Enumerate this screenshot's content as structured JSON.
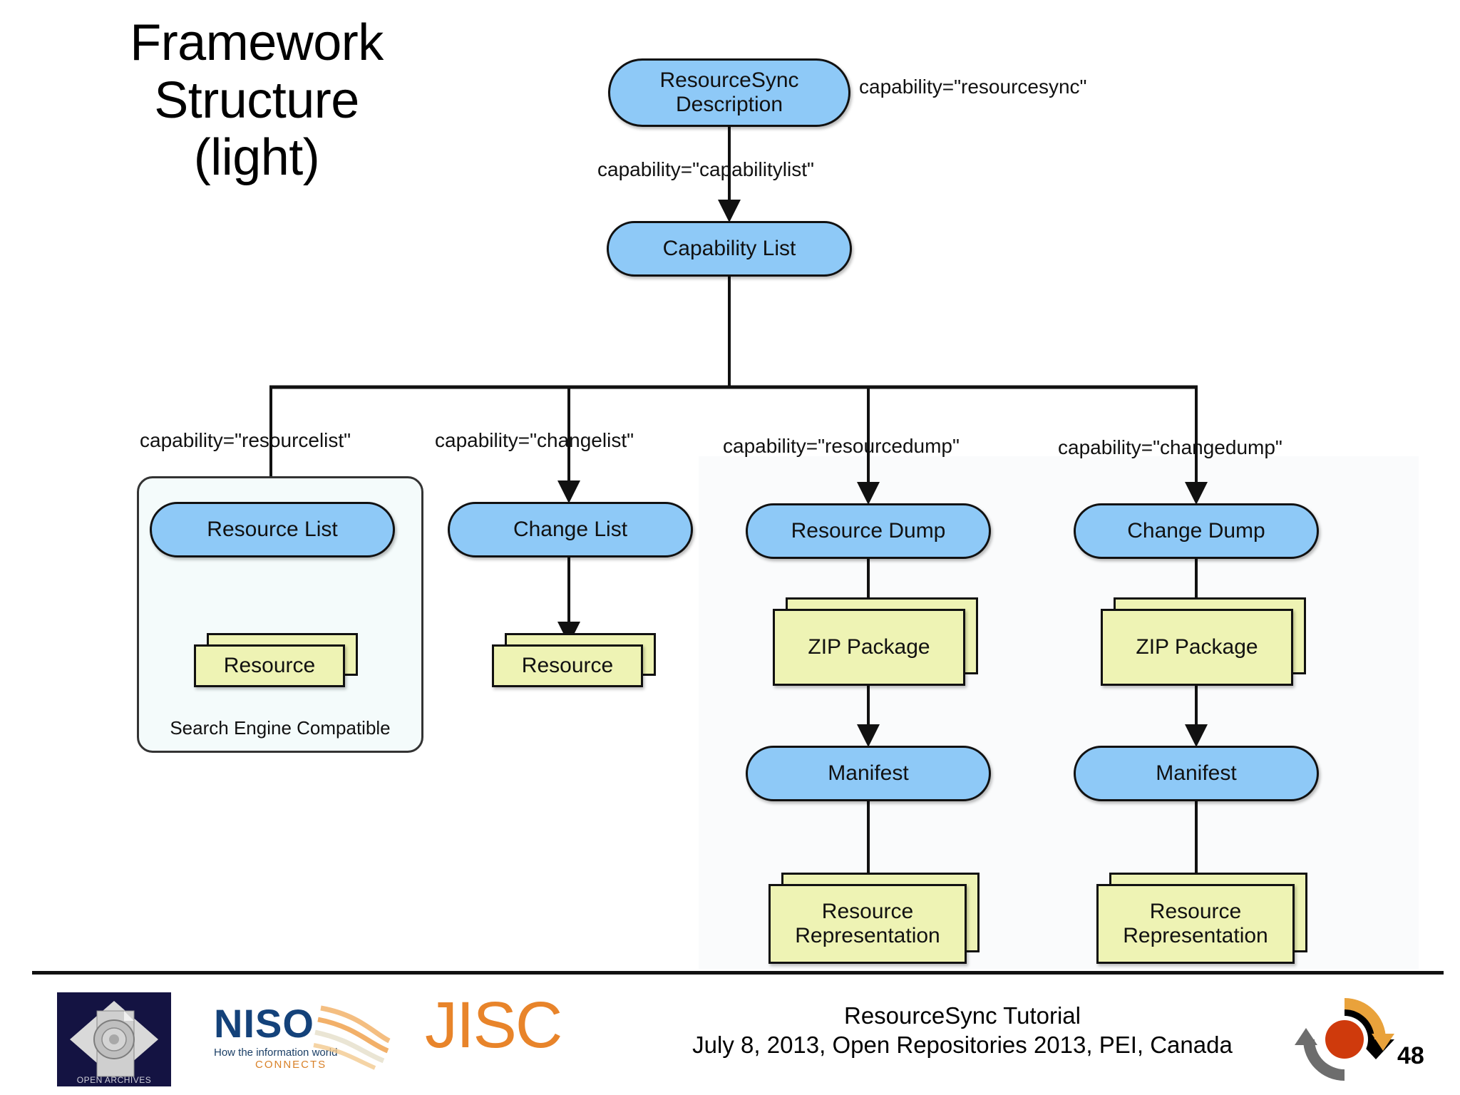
{
  "slide": {
    "title_lines": [
      "Framework",
      "Structure",
      "(light)"
    ],
    "page_number": "48"
  },
  "colors": {
    "node_blue": "#8ec9f7",
    "node_yellow": "#eef3b4",
    "outline": "#111111",
    "group_fill": "#f4fbfb",
    "jisc_orange": "#e8842a",
    "niso_blue": "#14427a",
    "oa_navy": "#141342"
  },
  "diagram": {
    "type": "tree",
    "root": {
      "id": "resourcesync-description",
      "label": "ResourceSync Description",
      "label_lines": [
        "ResourceSync",
        "Description"
      ],
      "shape": "pill",
      "side_annotation": "capability=\"resourcesync\""
    },
    "edges": [
      {
        "from": "resourcesync-description",
        "to": "capability-list",
        "label": "capability=\"capabilitylist\""
      },
      {
        "from": "capability-list",
        "to": "resource-list",
        "label": "capability=\"resourcelist\""
      },
      {
        "from": "capability-list",
        "to": "change-list",
        "label": "capability=\"changelist\""
      },
      {
        "from": "capability-list",
        "to": "resource-dump",
        "label": "capability=\"resourcedump\""
      },
      {
        "from": "capability-list",
        "to": "change-dump",
        "label": "capability=\"changedump\""
      },
      {
        "from": "resource-list",
        "to": "resource-rl",
        "label": ""
      },
      {
        "from": "change-list",
        "to": "resource-cl",
        "label": ""
      },
      {
        "from": "resource-dump",
        "to": "zip-package-rd",
        "label": ""
      },
      {
        "from": "zip-package-rd",
        "to": "manifest-rd",
        "label": ""
      },
      {
        "from": "manifest-rd",
        "to": "resource-representation-rd",
        "label": ""
      },
      {
        "from": "change-dump",
        "to": "zip-package-cd",
        "label": ""
      },
      {
        "from": "zip-package-cd",
        "to": "manifest-cd",
        "label": ""
      },
      {
        "from": "manifest-cd",
        "to": "resource-representation-cd",
        "label": ""
      }
    ],
    "nodes": {
      "capability_list": {
        "label": "Capability List",
        "shape": "pill"
      },
      "resource_list": {
        "label": "Resource List",
        "shape": "pill"
      },
      "change_list": {
        "label": "Change List",
        "shape": "pill"
      },
      "resource_dump": {
        "label": "Resource Dump",
        "shape": "pill"
      },
      "change_dump": {
        "label": "Change Dump",
        "shape": "pill"
      },
      "resource_rl": {
        "label": "Resource",
        "shape": "stacked-document"
      },
      "resource_cl": {
        "label": "Resource",
        "shape": "stacked-document"
      },
      "zip_package_rd": {
        "label": "ZIP Package",
        "shape": "stacked-document"
      },
      "zip_package_cd": {
        "label": "ZIP Package",
        "shape": "stacked-document"
      },
      "manifest_rd": {
        "label": "Manifest",
        "shape": "pill"
      },
      "manifest_cd": {
        "label": "Manifest",
        "shape": "pill"
      },
      "resource_representation_rd": {
        "label": "Resource Representation",
        "label_lines": [
          "Resource",
          "Representation"
        ],
        "shape": "stacked-document"
      },
      "resource_representation_cd": {
        "label": "Resource Representation",
        "label_lines": [
          "Resource",
          "Representation"
        ],
        "shape": "stacked-document"
      }
    },
    "group": {
      "caption": "Search Engine Compatible",
      "contains": [
        "resource-list",
        "resource-rl"
      ]
    },
    "edge_labels": {
      "capabilitylist": "capability=\"capabilitylist\"",
      "resourcesync": "capability=\"resourcesync\"",
      "resourcelist": "capability=\"resourcelist\"",
      "changelist": "capability=\"changelist\"",
      "resourcedump": "capability=\"resourcedump\"",
      "changedump": "capability=\"changedump\""
    }
  },
  "footer": {
    "line1": "ResourceSync Tutorial",
    "line2": "July 8, 2013, Open Repositories 2013, PEI, Canada",
    "logos": {
      "open_archives": "OPEN ARCHIVES",
      "niso_word": "NISO",
      "niso_tagline_1": "How the information world",
      "niso_tagline_2": "CONNECTS",
      "jisc": "JISC"
    }
  }
}
